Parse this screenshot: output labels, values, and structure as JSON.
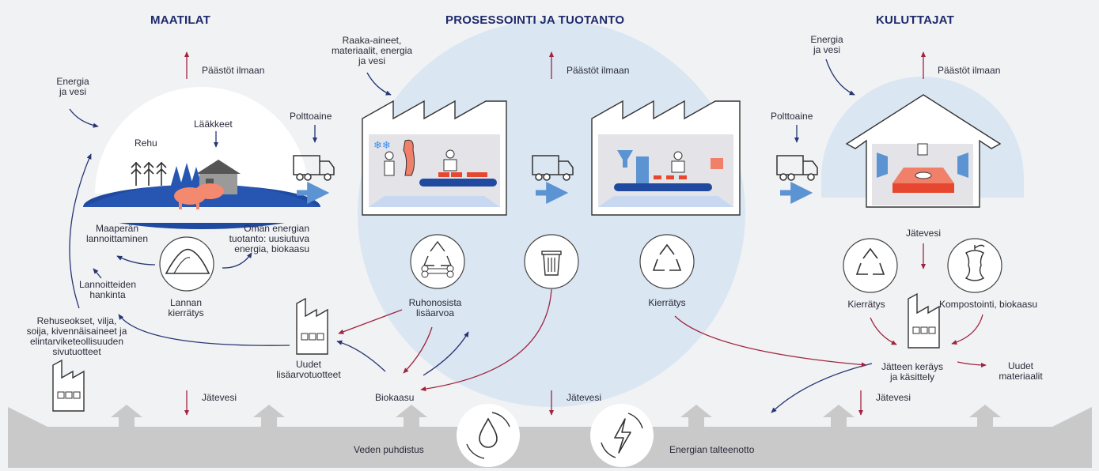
{
  "sections": {
    "farms": "MAATILAT",
    "processing": "PROSESSOINTI JA TUOTANTO",
    "consumers": "KULUTTAJAT"
  },
  "labels": {
    "farm_energy": "Energia\nja vesi",
    "farm_emissions": "Päästöt ilmaan",
    "medicines": "Lääkkeet",
    "feed": "Rehu",
    "soil_fertilization": "Maaperän\nlannoittaminen",
    "own_energy": "Oman energian\ntuotanto: uusiutuva\nenergia, biokaasu",
    "fertilizer_procurement": "Lannoitteiden\nhankinta",
    "manure_recycling": "Lannan\nkierrätys",
    "feed_mixtures": "Rehuseokset, vilja,\nsoija, kivennäisaineet ja\nelintarviketeollisuuden\nsivutuotteet",
    "new_value_products": "Uudet\nlisäarvotuotteet",
    "farm_wastewater": "Jätevesi",
    "fuel_1": "Polttoaine",
    "raw_materials": "Raaka-aineet,\nmateriaalit, energia\nja vesi",
    "processing_emissions": "Päästöt ilmaan",
    "carcass_value": "Ruhonosista\nlisäarvoa",
    "recycling_processing": "Kierrätys",
    "biogas": "Biokaasu",
    "processing_wastewater": "Jätevesi",
    "fuel_2": "Polttoaine",
    "consumer_energy": "Energia\nja vesi",
    "consumer_emissions": "Päästöt ilmaan",
    "consumer_wastewater_top": "Jätevesi",
    "recycling_consumer": "Kierrätys",
    "composting": "Kompostointi, biokaasu",
    "waste_collection": "Jätteen keräys\nja käsittely",
    "new_materials": "Uudet\nmateriaalit",
    "consumer_wastewater": "Jätevesi",
    "water_treatment": "Veden puhdistus",
    "energy_recovery": "Energian talteenotto"
  },
  "icons": {
    "farm_scene": "farm-scene-icon",
    "manure_pile": "manure-pile-icon",
    "truck": "truck-icon",
    "factory_processing": "slaughterhouse-icon",
    "factory_production": "production-line-icon",
    "home": "home-dining-icon",
    "recycle": "recycle-icon",
    "bone": "bone-icon",
    "trash": "trash-bin-icon",
    "apple_core": "apple-core-icon",
    "water_drop": "water-drop-icon",
    "lightning": "lightning-icon",
    "small_factory": "small-factory-icon"
  },
  "colors": {
    "title": "#1d2a6b",
    "outflow_arrow": "#a0243f",
    "inflow_arrow": "#263673",
    "flow_blue": "#5b93d3",
    "soft_blue": "#d9e6f4",
    "ground_gray": "#c9c9c9",
    "accent_orange": "#f0806a"
  }
}
